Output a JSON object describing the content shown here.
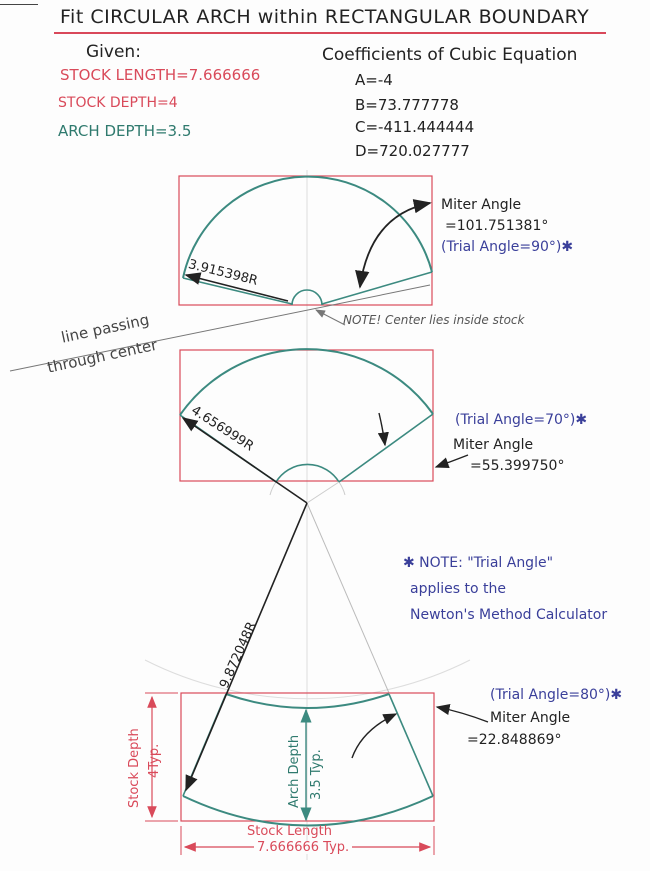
{
  "title": "Fit CIRCULAR ARCH within RECTANGULAR BOUNDARY",
  "given": {
    "heading": "Given:",
    "stock_length": "STOCK LENGTH=7.666666",
    "stock_depth": "STOCK DEPTH=4",
    "arch_depth": "ARCH DEPTH=3.5"
  },
  "coefficients": {
    "heading": "Coefficients of Cubic Equation",
    "A": "A=-4",
    "B": "B=73.777778",
    "C": "C=-411.444444",
    "D": "D=720.027777"
  },
  "diagrams": [
    {
      "radius_label": "3.915398R",
      "miter_label": "Miter Angle",
      "miter_value": "=101.751381°",
      "trial_angle": "(Trial Angle=90°)✱",
      "note": "NOTE! Center lies inside stock"
    },
    {
      "radius_label": "4.656999R",
      "miter_label": "Miter Angle",
      "miter_value": "=55.399750°",
      "trial_angle": "(Trial Angle=70°)✱"
    },
    {
      "radius_label": "9.872048R",
      "miter_label": "Miter Angle",
      "miter_value": "=22.848869°",
      "trial_angle": "(Trial Angle=80°)✱",
      "stock_depth_dim": "Stock Depth",
      "stock_depth_typ": "4Typ.",
      "arch_depth_dim": "Arch Depth",
      "arch_depth_typ": "3.5 Typ.",
      "stock_length_dim": "Stock Length",
      "stock_length_typ": "7.666666 Typ."
    }
  ],
  "line_label": {
    "line1": "line passing",
    "line2": "through center"
  },
  "footnote": {
    "line1": "✱ NOTE: \"Trial Angle\"",
    "line2": "applies to the",
    "line3": "Newton's Method Calculator"
  },
  "colors": {
    "stock_boundary": "#d94a5a",
    "arch": "#3c8a80",
    "annotation": "#3a3f9a",
    "ink": "#222222"
  }
}
